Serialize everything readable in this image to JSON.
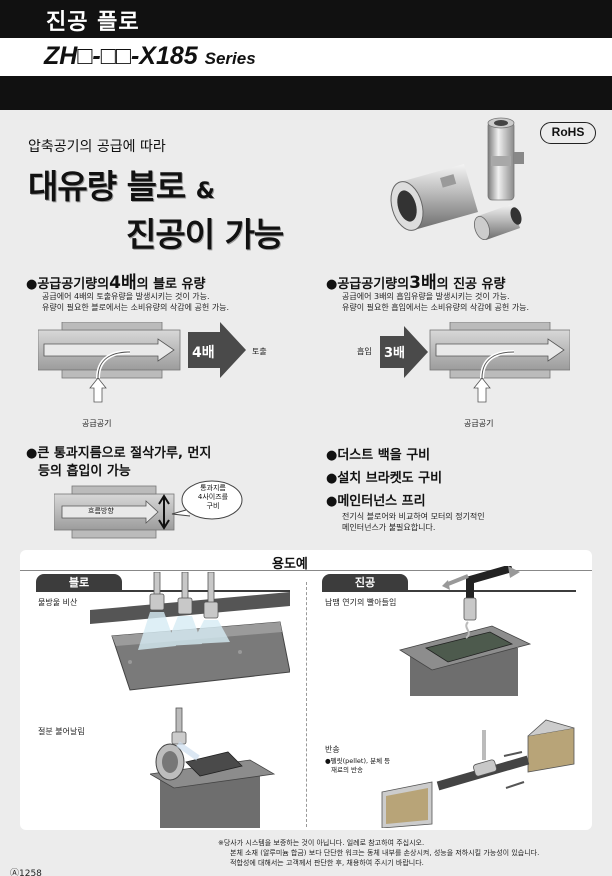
{
  "header": {
    "title": "진공 플로",
    "series_code": "ZH□-□□-X185",
    "series_word": "Series"
  },
  "intro": {
    "kicker": "압축공기의 공급에 따라",
    "headline_1a": "대유량 블로",
    "headline_1b": "&",
    "headline_2": "진공이 가능",
    "rohs": "RoHS"
  },
  "feature_blow": {
    "head_pre": "●공급공기량의",
    "head_big": "4배",
    "head_post": "의 블로 유량",
    "desc_1": "공급에어 4배의 토출유량을 발생시키는 것이 가능.",
    "desc_2": "유량이 필요한 블로에서는 소비유량의 삭감에 공헌 가능.",
    "arrow_label": "4배",
    "out_label": "토출",
    "supply_label": "공급공기"
  },
  "feature_vacuum": {
    "head_pre": "●공급공기량의",
    "head_big": "3배",
    "head_post": "의 진공 유량",
    "desc_1": "공급에어 3배의 흡입유량을 발생시키는 것이 가능.",
    "desc_2": "유량이 필요한 흡입에서는 소비유량의 삭감에 공헌 가능.",
    "in_label": "흡입",
    "arrow_label": "3배",
    "supply_label": "공급공기"
  },
  "feature_bore": {
    "head_1": "●큰 통과지름으로 절삭가루, 먼지",
    "head_2": "등의 흡입이 가능",
    "flow_label": "흐름방향",
    "callout_1": "통과지름",
    "callout_2": "4사이즈를",
    "callout_3": "구비"
  },
  "feature_list": {
    "item_1": "●더스트 백을 구비",
    "item_2": "●설치 브라켓도 구비",
    "item_3": "●메인터넌스 프리",
    "desc_1": "전기식 블로어와 비교하여 모터의 정기적인",
    "desc_2": "메인터넌스가 불필요합니다."
  },
  "uses": {
    "title": "용도예",
    "blow_tab": "블로",
    "vacuum_tab": "진공",
    "blow_1": "물방울 비산",
    "blow_2": "절분 불어날림",
    "vac_1": "납땜 연기의 빨아들임",
    "vac_2_title": "반송",
    "vac_2_desc_1": "●펠릿(pellet), 분체 등",
    "vac_2_desc_2": "재료의 반송"
  },
  "footer": {
    "line_1": "※당사가 시스템을 보증하는 것이 아닙니다. 일례로 참고하여 주십시오.",
    "line_2": "본체 소재 (알루미늄 합금) 보다 단단한 워크는 동체 내부를 손상시켜, 성능을 저하시킬 가능성이 있습니다.",
    "line_3": "적합성에 대해서는 고객께서 판단한 후, 채용하여 주시기 바랍니다.",
    "page": "Ⓐ1258"
  },
  "colors": {
    "dark": "#111111",
    "accent_gray": "#4a4a4a",
    "tab": "#3c3c3c"
  }
}
